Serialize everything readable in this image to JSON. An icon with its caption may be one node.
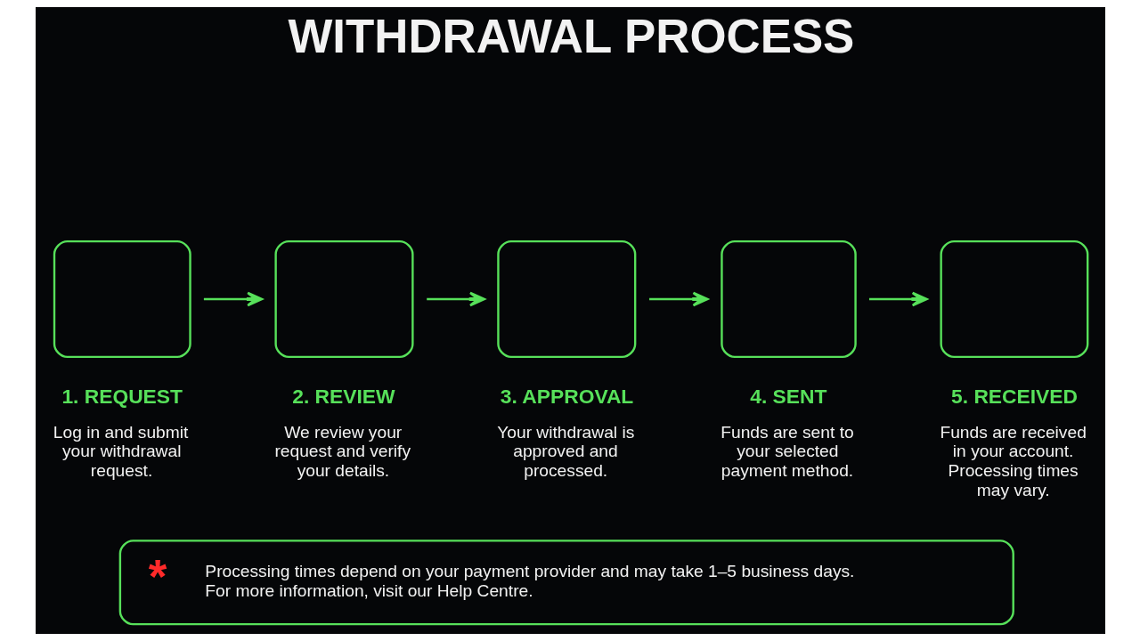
{
  "diagram": {
    "title": "WITHDRAWAL PROCESS",
    "nodes": [
      {
        "text": [
          "1. REQUEST",
          "Log in and submit your withdrawal request."
        ]
      },
      {
        "text": [
          "2. REVIEW",
          "We review your request and verify your details."
        ]
      },
      {
        "text": [
          "3. APPROVAL",
          "Your withdrawal is approved and processed."
        ]
      },
      {
        "text": [
          "4. SENT",
          "Funds are sent to your selected payment method."
        ]
      },
      {
        "text": [
          "5. RECEIVED",
          "Funds are received in your account. Processing times may vary."
        ]
      },
      {
        "text": [
          "*",
          "Processing times depend on your payment provider and may take 1–5 business days. For more information, visit our Help Centre."
        ]
      }
    ],
    "edges": [
      {
        "from": 0,
        "to": 1,
        "arrow": "to"
      },
      {
        "from": 1,
        "to": 2,
        "arrow": "to"
      },
      {
        "from": 2,
        "to": 3,
        "arrow": "to"
      },
      {
        "from": 3,
        "to": 4,
        "arrow": "to"
      }
    ]
  }
}
